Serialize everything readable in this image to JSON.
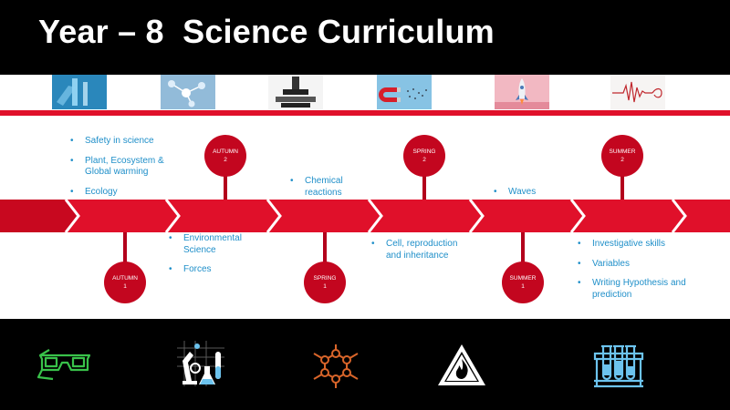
{
  "title": "Year – 8  Science Curriculum",
  "colors": {
    "title_bar": "#000000",
    "timeline_red": "#e0102a",
    "circle_red": "#c3061f",
    "topic_blue": "#1f8fc9",
    "icon_green": "#39c24a",
    "icon_orange": "#d9652a",
    "icon_light_blue": "#6cc3ee"
  },
  "thumbnails": [
    {
      "icon": "lab-glassware-photo"
    },
    {
      "icon": "molecule-model-photo"
    },
    {
      "icon": "microscope-photo"
    },
    {
      "icon": "magnet-photo"
    },
    {
      "icon": "rocket-photo"
    },
    {
      "icon": "sound-wave-photo"
    }
  ],
  "terms": {
    "autumn1": {
      "season": "AUTUMN",
      "num": "1"
    },
    "autumn2": {
      "season": "AUTUMN",
      "num": "2"
    },
    "spring1": {
      "season": "SPRING",
      "num": "1"
    },
    "spring2": {
      "season": "SPRING",
      "num": "2"
    },
    "summer1": {
      "season": "SUMMER",
      "num": "1"
    },
    "summer2": {
      "season": "SUMMER",
      "num": "2"
    }
  },
  "topics": {
    "autumn1": [
      "Safety in science",
      "Plant, Ecosystem & Global warming",
      "Ecology"
    ],
    "autumn2": [
      "Environmental Science",
      "Forces"
    ],
    "spring1": [
      "Chemical reactions"
    ],
    "spring2": [
      "Cell, reproduction and inheritance"
    ],
    "summer1": [
      "Waves"
    ],
    "summer2": [
      "Investigative skills",
      "Variables",
      "Writing Hypothesis and prediction"
    ]
  },
  "bottom_icons": [
    "3d-glasses-icon",
    "lab-equipment-icon",
    "molecule-structure-icon",
    "flammable-warning-icon",
    "test-tube-rack-icon"
  ]
}
